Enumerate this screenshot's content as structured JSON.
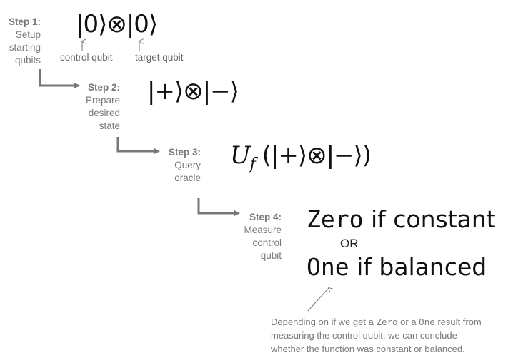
{
  "steps": [
    {
      "title": "Step 1:",
      "lines": [
        "Setup",
        "starting",
        "qubits"
      ],
      "equation": "|0⟩⊗|0⟩"
    },
    {
      "title": "Step 2:",
      "lines": [
        "Prepare",
        "desired",
        "state"
      ],
      "equation": "|+⟩⊗|−⟩"
    },
    {
      "title": "Step 3:",
      "lines": [
        "Query",
        "oracle"
      ],
      "equation_op": "U",
      "equation_sub": "f",
      "equation_rest": "(|+⟩⊗|−⟩)"
    },
    {
      "title": "Step 4:",
      "lines": [
        "Measure",
        "control",
        "qubit"
      ]
    }
  ],
  "labels": {
    "control": "control qubit",
    "target": "target qubit"
  },
  "results": {
    "zero_word": "Zero",
    "zero_rest": " if constant",
    "or": "OR",
    "one_word": "One",
    "one_rest": " if balanced"
  },
  "note": {
    "l1a": "Depending on if we get a ",
    "zero": "Zero",
    "l1b": " or a ",
    "one": "One",
    "l1c": " result from",
    "l2": "measuring the control qubit, we can conclude",
    "l3": "whether the function was constant or balanced."
  },
  "colors": {
    "arrow": "#777777",
    "text": "#111111",
    "muted": "#7a7a7a"
  }
}
